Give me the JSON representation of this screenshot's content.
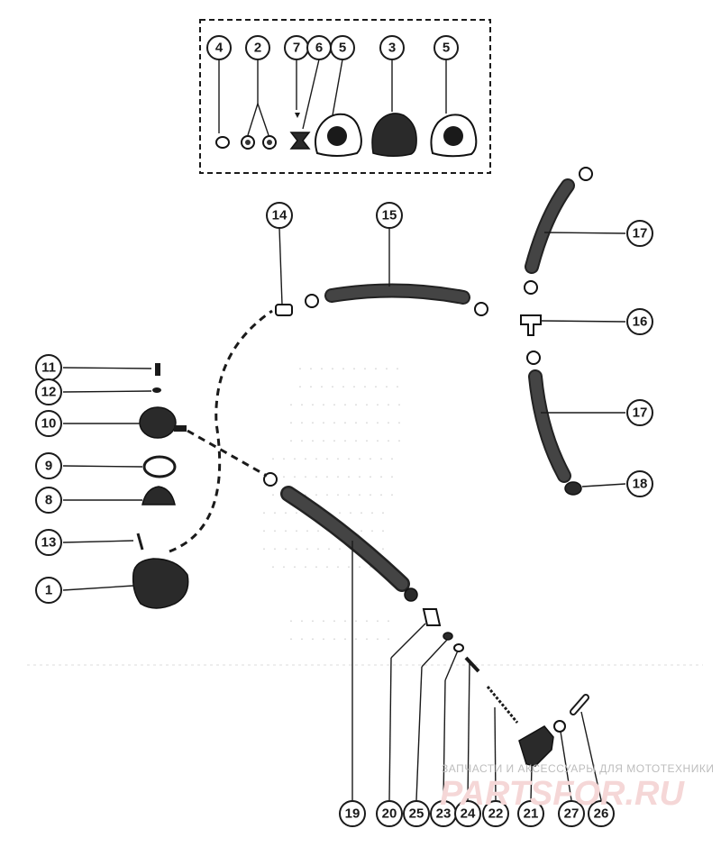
{
  "callouts": {
    "c4": "4",
    "c2": "2",
    "c7": "7",
    "c6": "6",
    "c5a": "5",
    "c3": "3",
    "c5b": "5",
    "c14": "14",
    "c15": "15",
    "c17a": "17",
    "c16": "16",
    "c17b": "17",
    "c18": "18",
    "c11": "11",
    "c12": "12",
    "c10": "10",
    "c9": "9",
    "c8": "8",
    "c13": "13",
    "c1": "1",
    "c19": "19",
    "c20": "20",
    "c25": "25",
    "c23": "23",
    "c24": "24",
    "c22": "22",
    "c21": "21",
    "c27": "27",
    "c26": "26"
  },
  "watermark": {
    "caption": "ЗАПЧАСТИ И АКСЕССУАРЫ ДЛЯ МОТОТЕХНИКИ",
    "logo": "PARTSFOR.RU"
  },
  "colors": {
    "ink": "#1a1a1a",
    "watermark_caption": "#bdbdbd",
    "watermark_logo": "#f5d7d7"
  }
}
